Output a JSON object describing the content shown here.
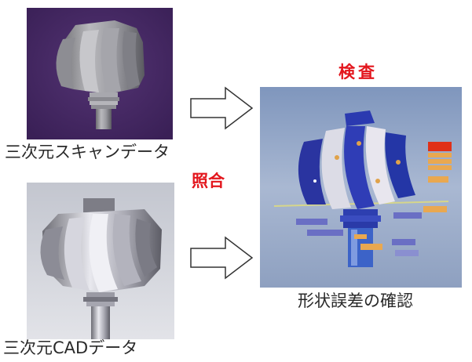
{
  "labels": {
    "scan_caption": "三次元スキャンデータ",
    "match_label": "照合",
    "cad_caption": "三次元CADデータ",
    "inspect_label": "検査",
    "result_caption": "形状誤差の確認"
  },
  "images": {
    "scan": "scan-impeller-icon",
    "cad": "cad-impeller-icon",
    "result": "inspection-result-icon"
  },
  "colors": {
    "accent_red": "#e3161d",
    "scan_bg": "#4a2a6a",
    "cad_bg": "#c9ccd4",
    "result_bg": "#8fa3c4",
    "result_blade": "#2a3aa8",
    "callout_orange": "#e9a850",
    "callout_red": "#e03018"
  },
  "arrows": [
    "right-arrow-icon",
    "right-arrow-icon"
  ]
}
